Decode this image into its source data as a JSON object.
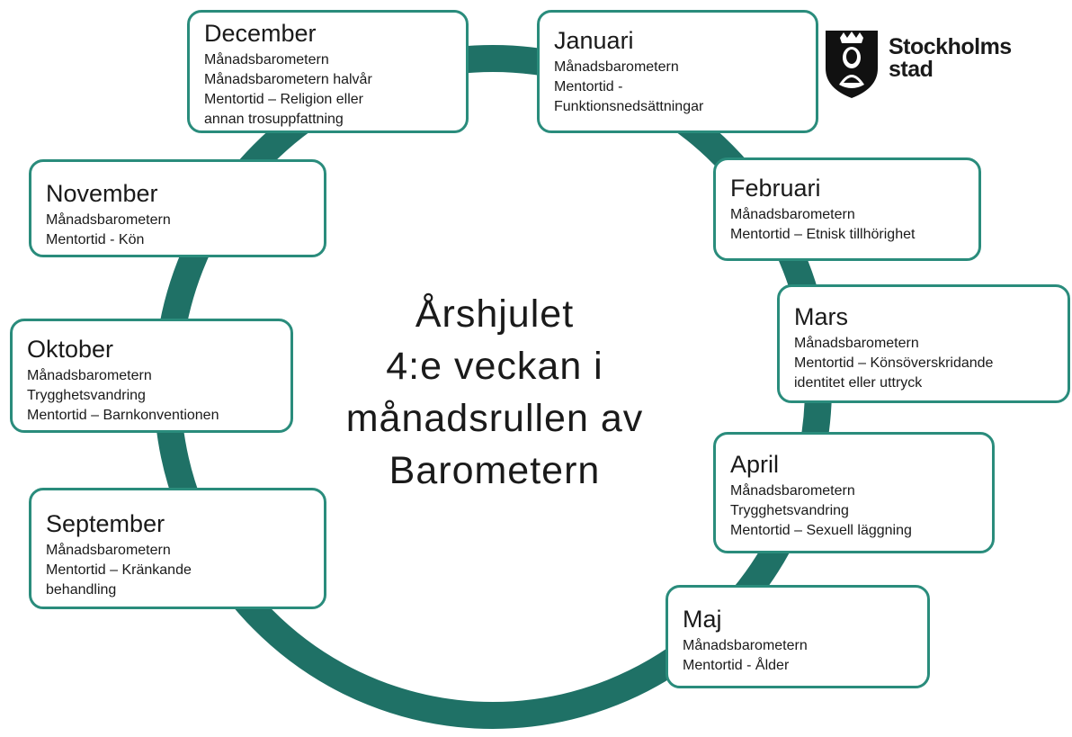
{
  "center": {
    "line1": "Årshjulet",
    "line2": "4:e veckan i",
    "line3": "månadsrullen av",
    "line4": "Barometern"
  },
  "logo": {
    "line1": "Stockholms",
    "line2": "stad"
  },
  "colors": {
    "ring": "#1f7166",
    "box_border": "#2a8c7c",
    "text": "#1a1a1a"
  },
  "months": [
    {
      "name": "December",
      "items": [
        "Månadsbarometern",
        "Månadsbarometern halvår",
        "Mentortid – Religion eller",
        "annan trosuppfattning"
      ]
    },
    {
      "name": "Januari",
      "items": [
        "Månadsbarometern",
        "Mentortid -",
        "Funktionsnedsättningar"
      ]
    },
    {
      "name": "Februari",
      "items": [
        "Månadsbarometern",
        "Mentortid – Etnisk tillhörighet"
      ]
    },
    {
      "name": "Mars",
      "items": [
        "Månadsbarometern",
        "Mentortid – Könsöverskridande",
        "identitet eller uttryck"
      ]
    },
    {
      "name": "April",
      "items": [
        "Månadsbarometern",
        "Trygghetsvandring",
        "Mentortid – Sexuell läggning"
      ]
    },
    {
      "name": "Maj",
      "items": [
        "Månadsbarometern",
        "Mentortid - Ålder"
      ]
    },
    {
      "name": "September",
      "items": [
        "Månadsbarometern",
        "Mentortid – Kränkande",
        "behandling"
      ]
    },
    {
      "name": "Oktober",
      "items": [
        "Månadsbarometern",
        "Trygghetsvandring",
        "Mentortid – Barnkonventionen"
      ]
    },
    {
      "name": "November",
      "items": [
        "Månadsbarometern",
        "Mentortid - Kön"
      ]
    }
  ]
}
